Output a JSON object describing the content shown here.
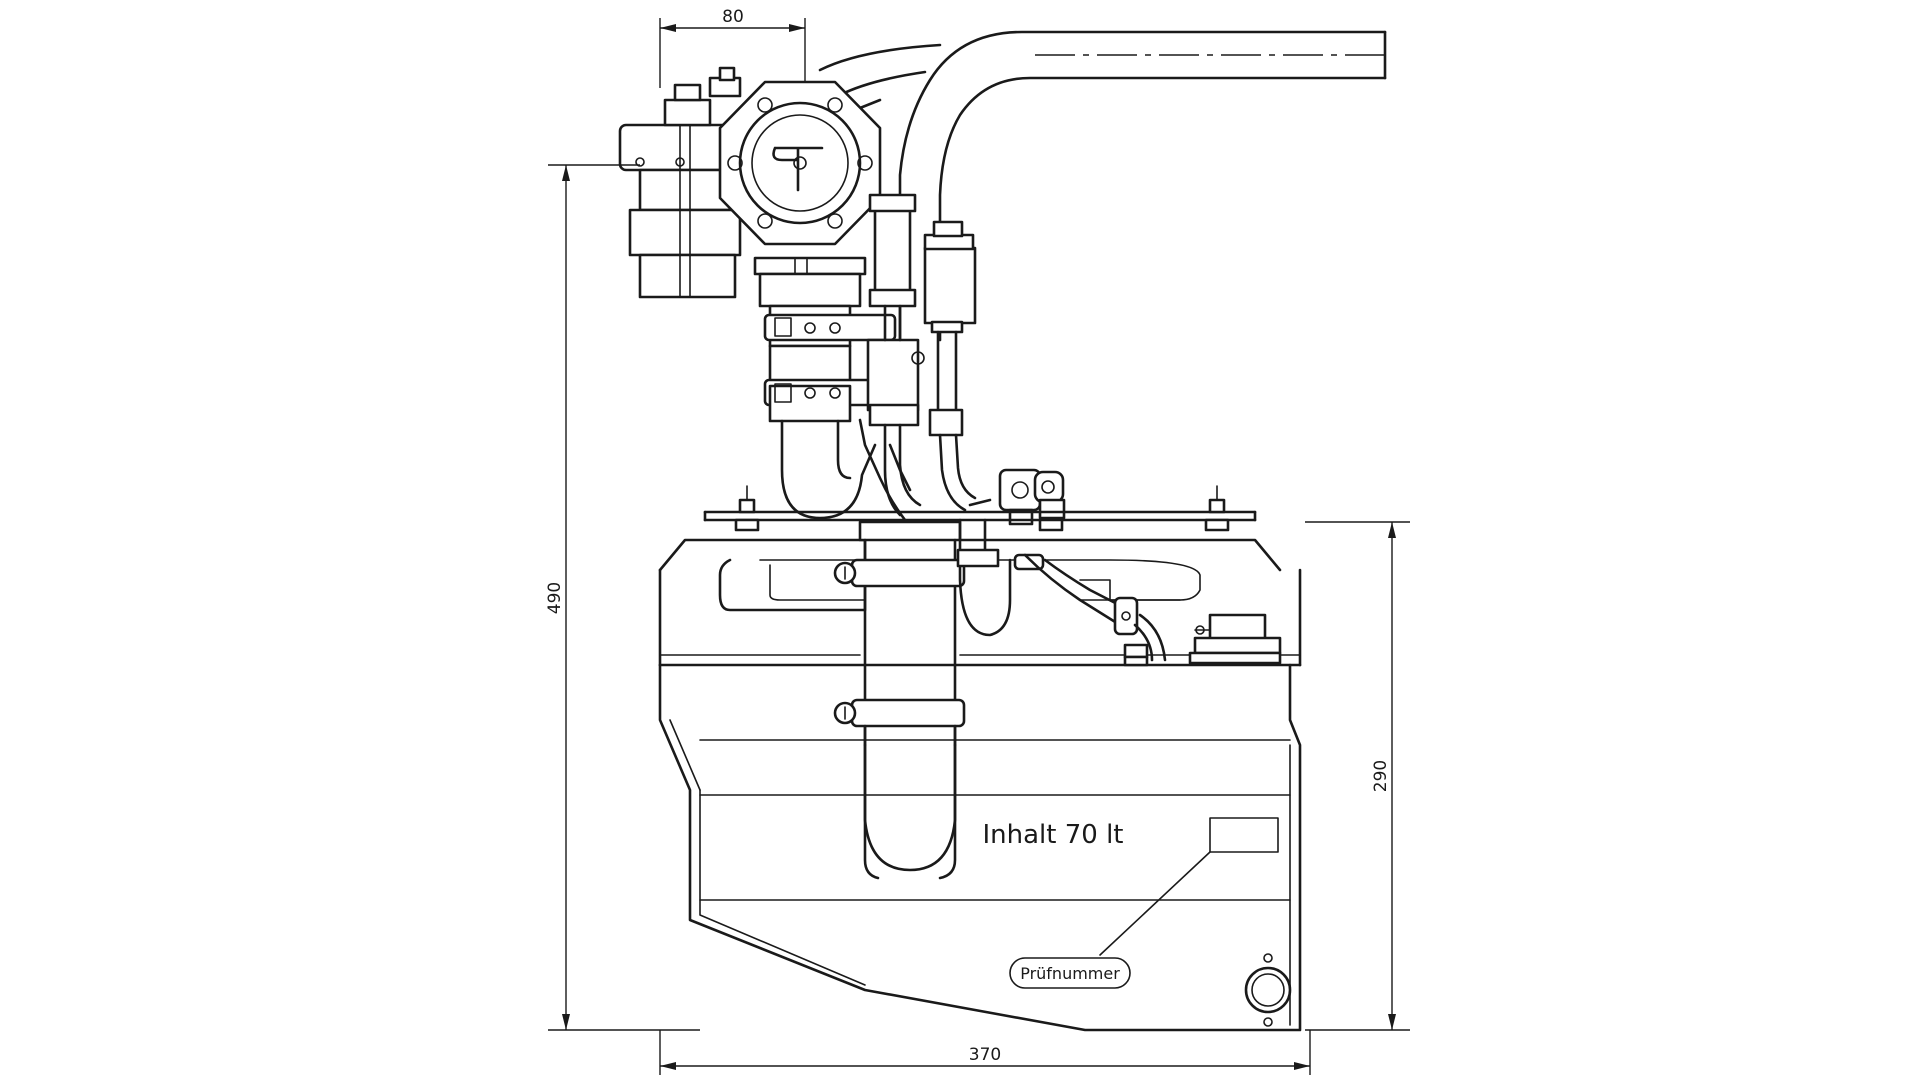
{
  "drawing": {
    "dimensions": {
      "top_width": "80",
      "total_height": "490",
      "tank_height": "290",
      "total_width": "370"
    },
    "labels": {
      "capacity": "Inhalt 70 lt",
      "test_number": "Prüfnummer"
    }
  }
}
